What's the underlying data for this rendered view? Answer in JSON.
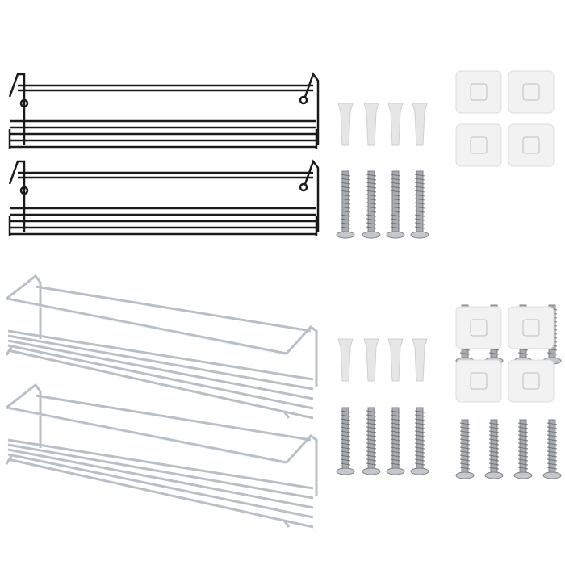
{
  "colors": {
    "background": "#ffffff",
    "black_rack": "#1a1a1a",
    "chrome_rack": "#b9bfc6",
    "chrome_highlight": "#eef1f4",
    "anchor": "#e6e6e6",
    "screw": "#a9adb2",
    "adhesive_pad": "#f2f2f2"
  },
  "product": {
    "black_rack_count": 2,
    "chrome_rack_count": 2,
    "anchors_per_set": 4,
    "screws_per_set": 4,
    "adhesive_pads_per_set": 4
  }
}
